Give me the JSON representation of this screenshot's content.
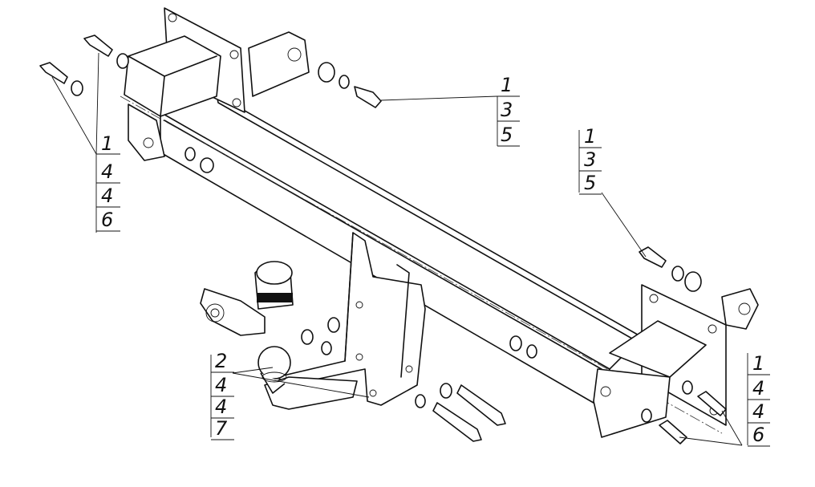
{
  "callouts": {
    "top_center": [
      "1",
      "3",
      "5"
    ],
    "left": [
      "1",
      "4",
      "4",
      "6"
    ],
    "right_upper": [
      "1",
      "3",
      "5"
    ],
    "bottom_left": [
      "2",
      "4",
      "4",
      "7"
    ],
    "bottom_right": [
      "1",
      "4",
      "4",
      "6"
    ]
  }
}
